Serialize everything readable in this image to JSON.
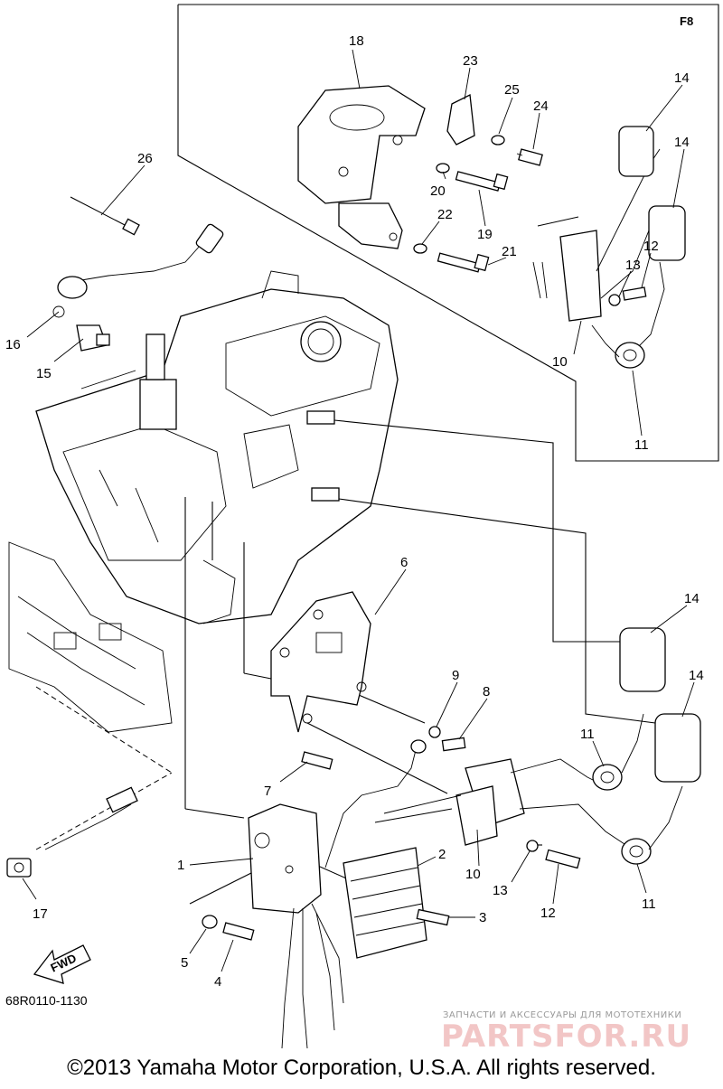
{
  "inset_label": "F8",
  "callouts": [
    "1",
    "2",
    "3",
    "4",
    "5",
    "6",
    "7",
    "8",
    "9",
    "10",
    "10",
    "11",
    "11",
    "11",
    "12",
    "12",
    "13",
    "13",
    "14",
    "14",
    "14",
    "14",
    "15",
    "16",
    "17",
    "18",
    "19",
    "20",
    "21",
    "22",
    "23",
    "24",
    "25",
    "26"
  ],
  "part_number": "68R0110-1130",
  "fwd_label": "FWD",
  "watermark_top": "ЗАПЧАСТИ И АКСЕССУАРЫ ДЛЯ МОТОТЕХНИКИ",
  "watermark_brand": "PARTSFOR.RU",
  "copyright": "©2013 Yamaha Motor Corporation, U.S.A. All rights reserved."
}
